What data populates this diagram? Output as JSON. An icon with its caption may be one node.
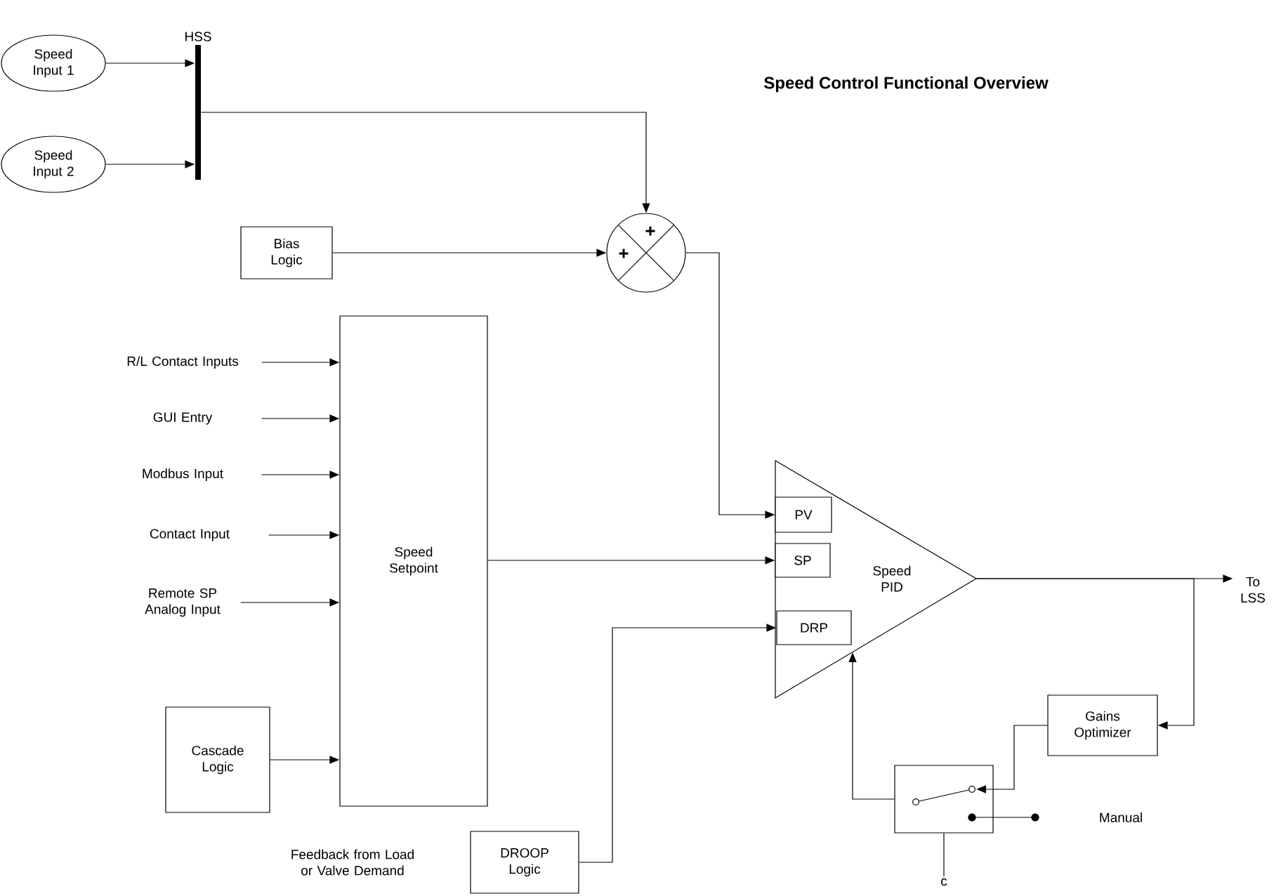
{
  "diagram": {
    "title": "Speed Control Functional Overview",
    "nodes": [
      {
        "text": [
          "Speed Input 1"
        ]
      },
      {
        "text": [
          "Speed Input 2"
        ]
      },
      {
        "text": [
          "HSS"
        ]
      },
      {
        "text": [
          "+",
          "+"
        ]
      },
      {
        "text": [
          "Bias Logic"
        ]
      },
      {
        "text": [
          "R/L Contact Inputs"
        ]
      },
      {
        "text": [
          "GUI Entry"
        ]
      },
      {
        "text": [
          "Modbus Input"
        ]
      },
      {
        "text": [
          "Contact Input"
        ]
      },
      {
        "text": [
          "Remote SP Analog Input"
        ]
      },
      {
        "text": [
          "Speed Setpoint"
        ]
      },
      {
        "text": [
          "Cascade Logic"
        ]
      },
      {
        "text": [
          "Speed PID"
        ]
      },
      {
        "text": [
          "PV"
        ],
        "in": 12
      },
      {
        "text": [
          "SP"
        ],
        "in": 12
      },
      {
        "text": [
          "DRP"
        ],
        "in": 12
      },
      {
        "text": [
          "To LSS"
        ]
      },
      {
        "text": [
          "Gains Optimizer"
        ]
      },
      {
        "text": [],
        "shape": "box"
      },
      {
        "text": [
          "DROOP Logic"
        ]
      },
      {
        "text": [
          "c"
        ]
      }
    ],
    "edges": [
      {
        "from": 0,
        "to": 2,
        "arrow": "to"
      },
      {
        "from": 1,
        "to": 2,
        "arrow": "to"
      },
      {
        "from": 2,
        "to": 3,
        "arrow": "to"
      },
      {
        "from": 4,
        "to": 3,
        "arrow": "to"
      },
      {
        "from": 3,
        "to": 13,
        "arrow": "to"
      },
      {
        "from": 5,
        "to": 10,
        "arrow": "to"
      },
      {
        "from": 6,
        "to": 10,
        "arrow": "to"
      },
      {
        "from": 7,
        "to": 10,
        "arrow": "to"
      },
      {
        "from": 8,
        "to": 10,
        "arrow": "to"
      },
      {
        "from": 9,
        "to": 10,
        "arrow": "to"
      },
      {
        "from": 11,
        "to": 10,
        "arrow": "to"
      },
      {
        "from": 10,
        "to": 14,
        "arrow": "to"
      },
      {
        "from": 19,
        "to": 15,
        "arrow": "to"
      },
      {
        "from": 12,
        "to": 16,
        "arrow": "to"
      },
      {
        "from": 12,
        "to": 17,
        "arrow": "to"
      },
      {
        "from": 17,
        "to": 18,
        "arrow": "to"
      },
      {
        "from": 18,
        "to": 12,
        "arrow": "to"
      },
      {
        "from": 20,
        "to": 18,
        "arrow": "none"
      }
    ],
    "labels": [
      "Feedback from Load or Valve Demand",
      "Manual"
    ]
  }
}
